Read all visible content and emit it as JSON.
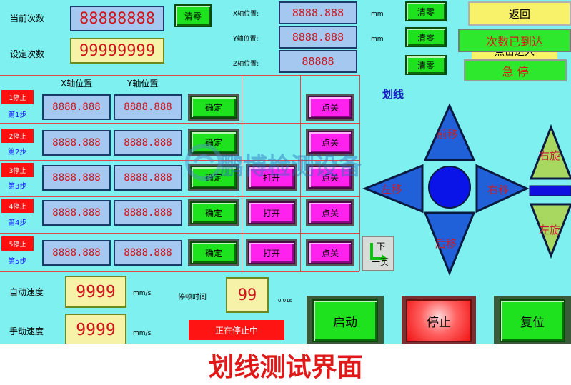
{
  "top": {
    "current_count_label": "当前次数",
    "current_count_value": "88888888",
    "set_count_label": "设定次数",
    "set_count_value": "99999999",
    "clear_label": "清零",
    "x_pos_label": "X轴位置:",
    "x_pos_value": "8888.888",
    "y_pos_label": "Y轴位置:",
    "y_pos_value": "8888.888",
    "z_pos_label": "Z轴位置:",
    "z_pos_value": "88888",
    "unit_mm": "mm",
    "return_label": "返回",
    "count_reached_label": "次数已到达",
    "hidden_text": "点击进入",
    "estop_label": "急  停"
  },
  "steps": {
    "x_header": "X轴位置",
    "y_header": "Y轴位置",
    "confirm_label": "确定",
    "open_label": "打开",
    "close_label": "点关",
    "rows": [
      {
        "stop": "1停止",
        "step": "第1步",
        "x": "8888.888",
        "y": "8888.888"
      },
      {
        "stop": "2停止",
        "step": "第2步",
        "x": "8888.888",
        "y": "8888.888"
      },
      {
        "stop": "3停止",
        "step": "第3步",
        "x": "8888.888",
        "y": "8888.888"
      },
      {
        "stop": "4停止",
        "step": "第4步",
        "x": "8888.888",
        "y": "8888.888"
      },
      {
        "stop": "5停止",
        "step": "第5步",
        "x": "8888.888",
        "y": "8888.888"
      }
    ]
  },
  "jog": {
    "title": "划线",
    "forward": "前移",
    "back": "后移",
    "left": "左移",
    "right": "右移",
    "rotate_right": "右旋",
    "rotate_left": "左旋"
  },
  "next_page": {
    "line1": "下",
    "line2": "一页"
  },
  "speeds": {
    "auto_label": "自动速度",
    "auto_value": "9999",
    "manual_label": "手动速度",
    "manual_value": "9999",
    "unit": "mm/s",
    "dwell_label": "停顿时间",
    "dwell_value": "99",
    "dwell_unit": "0.01s",
    "status_text": "正在停止中"
  },
  "actions": {
    "start": "启动",
    "stop": "停止",
    "reset": "复位"
  },
  "watermark": "鹏博检测设备",
  "caption": "划线测试界面",
  "colors": {
    "panel_bg": "#7ef0f0",
    "button_green": "#1ee21e",
    "button_magenta": "#ff22ee",
    "alarm_red": "#ff1010",
    "display_red_text": "#d0141c",
    "caption_red": "#e01818"
  }
}
